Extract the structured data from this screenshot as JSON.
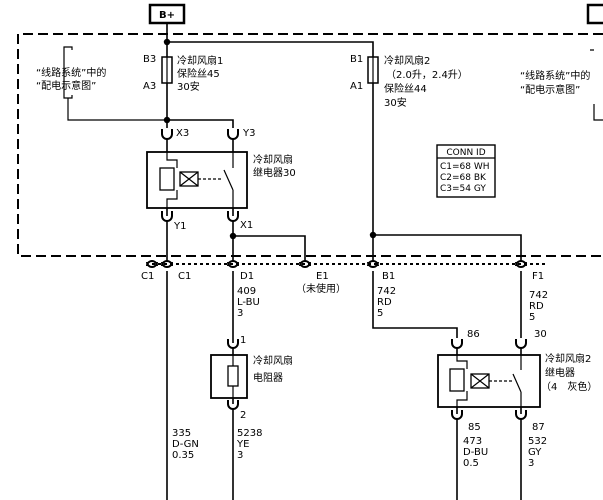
{
  "power": {
    "label": "B+"
  },
  "left_ref": {
    "line1": "“线路系统”中的",
    "line2": "“配电示意图”"
  },
  "right_ref": {
    "line1": "“线路系统”中的",
    "line2": "“配电示意图”"
  },
  "fuse1": {
    "pin_top": "B3",
    "pin_bottom": "A3",
    "line1": "冷却风扇1",
    "line2": "保险丝45",
    "line3": "30安"
  },
  "fuse2": {
    "pin_top": "B1",
    "pin_bottom": "A1",
    "line1": "冷却风扇2",
    "line2": "（2.0升，2.4升）",
    "line3": "保险丝44",
    "line4": "30安"
  },
  "conn_id": {
    "title": "CONN ID",
    "rows": [
      "C1=68 WH",
      "C2=68 BK",
      "C3=54 GY"
    ]
  },
  "relay30": {
    "pins": {
      "x3": "X3",
      "y3": "Y3",
      "y1": "Y1",
      "x1": "X1"
    },
    "line1": "冷却风扇",
    "line2": "继电器30"
  },
  "boundary_pins": {
    "c1a": "C1",
    "c1b": "C1",
    "d1": "D1",
    "e1": "E1",
    "b1": "B1",
    "f1": "F1",
    "e1_note": "（未使用）"
  },
  "wires": {
    "w409": {
      "num": "409",
      "color": "L-BU",
      "gauge": "3"
    },
    "w742a": {
      "num": "742",
      "color": "RD",
      "gauge": "5"
    },
    "w742b": {
      "num": "742",
      "color": "RD",
      "gauge": "5"
    },
    "w335": {
      "num": "335",
      "color": "D-GN",
      "gauge": "0.35"
    },
    "w5238": {
      "num": "5238",
      "color": "YE",
      "gauge": "3"
    },
    "w473": {
      "num": "473",
      "color": "D-BU",
      "gauge": "0.5"
    },
    "w532": {
      "num": "532",
      "color": "GY",
      "gauge": "3"
    }
  },
  "resistor": {
    "pin_top": "1",
    "pin_bottom": "2",
    "line1": "冷却风扇",
    "line2": "电阻器"
  },
  "relay2": {
    "pins": {
      "p86": "86",
      "p30": "30",
      "p85": "85",
      "p87": "87"
    },
    "line1": "冷却风扇2",
    "line2": "继电器",
    "line3": "（4　灰色）"
  }
}
